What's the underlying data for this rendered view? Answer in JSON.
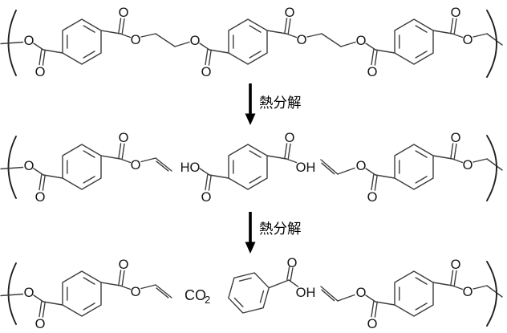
{
  "reaction": {
    "step_labels": [
      "熱分解",
      "熱分解"
    ]
  },
  "atoms": {
    "o": "O",
    "ho": "HO",
    "oh": "OH"
  },
  "co2": {
    "formula_main": "CO",
    "formula_sub": "2"
  },
  "colors": {
    "bond": "#3d3d3d",
    "label": "#141414",
    "arrow": "#000000"
  }
}
